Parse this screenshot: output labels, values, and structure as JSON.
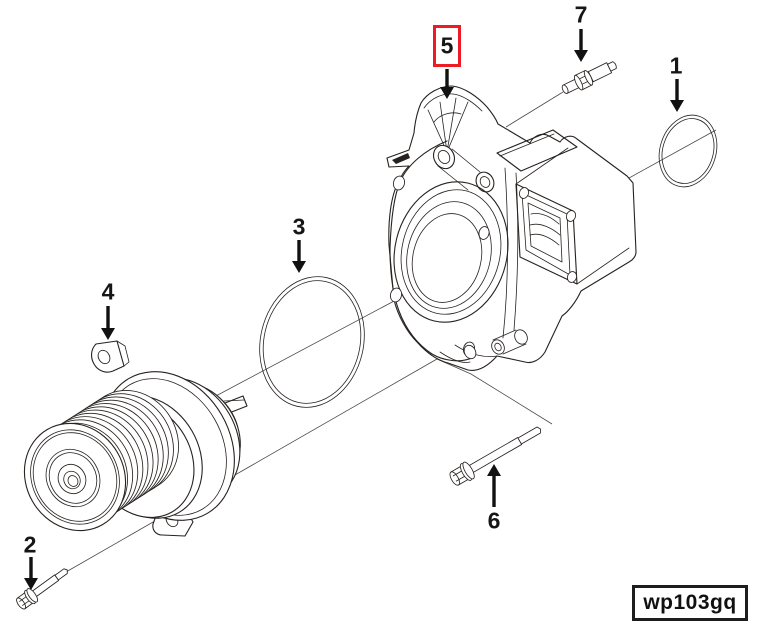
{
  "figure": {
    "code": "wp103gq",
    "description": "Water pump exploded-view parts diagram",
    "colors": {
      "background": "#ffffff",
      "line": "#262220",
      "highlight": "#ed1c24",
      "label": "#161616"
    },
    "callouts": [
      {
        "label": "1",
        "part": "o-ring-small",
        "arrow": "down",
        "highlighted": false
      },
      {
        "label": "2",
        "part": "hex-flange-bolt-short",
        "arrow": "down",
        "highlighted": false
      },
      {
        "label": "3",
        "part": "o-ring-large",
        "arrow": "down",
        "highlighted": false
      },
      {
        "label": "4",
        "part": "water-pump-assembly",
        "arrow": "down",
        "highlighted": false
      },
      {
        "label": "5",
        "part": "water-pump-housing",
        "arrow": "down",
        "highlighted": true
      },
      {
        "label": "6",
        "part": "hex-flange-bolt-long",
        "arrow": "up",
        "highlighted": false
      },
      {
        "label": "7",
        "part": "fitting-stud",
        "arrow": "down",
        "highlighted": false
      }
    ]
  }
}
